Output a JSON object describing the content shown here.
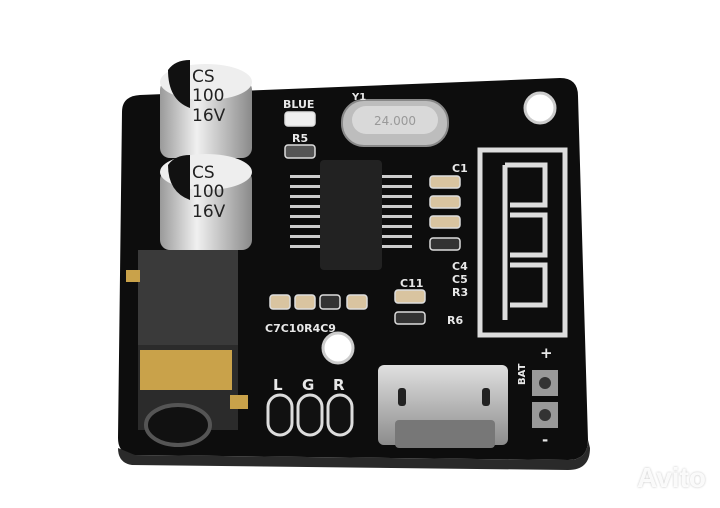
{
  "capacitors": [
    {
      "brand": "CS",
      "value": "100",
      "voltage": "16V"
    },
    {
      "brand": "CS",
      "value": "100",
      "voltage": "16V"
    }
  ],
  "silkscreen": {
    "blue": "BLUE",
    "r5": "R5",
    "y1": "Y1",
    "crystal": "24.000",
    "c1": "C1",
    "c4": "C4",
    "c5": "C5",
    "r3": "R3",
    "c11": "C11",
    "r6": "R6",
    "bottom_row": "C7C10R4C9",
    "l": "L",
    "g": "G",
    "r": "R",
    "bat": "BAT",
    "plus": "+",
    "minus": "-"
  },
  "colors": {
    "pcb": "#0d0d0d",
    "silk": "#e8e8e8",
    "gold": "#c9a24a",
    "metal": "#c8c8c8"
  },
  "watermark": "Avito"
}
